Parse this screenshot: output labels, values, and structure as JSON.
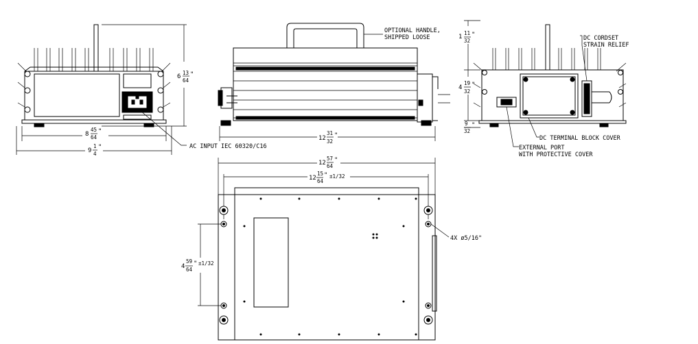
{
  "labels": {
    "handle_line1": "OPTIONAL HANDLE,",
    "handle_line2": "SHIPPED LOOSE",
    "cordset_line1": "DC CORDSET",
    "cordset_line2": "STRAIN RELIEF",
    "ac_input": "AC INPUT IEC 60320/C16",
    "dc_terminal": "DC TERMINAL BLOCK COVER",
    "ext_port_line1": "EXTERNAL PORT",
    "ext_port_line2": "WITH PROTECTIVE COVER",
    "holes": "4X ø5/16\""
  },
  "dimensions": {
    "front_height": {
      "whole": "6",
      "num": "13",
      "den": "64"
    },
    "front_inner_width": {
      "whole": "8",
      "num": "45",
      "den": "64"
    },
    "front_outer_width": {
      "whole": "9",
      "num": "1",
      "den": "4"
    },
    "side_length": {
      "whole": "12",
      "num": "31",
      "den": "32"
    },
    "right_top": {
      "whole": "1",
      "num": "11",
      "den": "32"
    },
    "right_body": {
      "whole": "4",
      "num": "19",
      "den": "32"
    },
    "right_foot": {
      "whole": "",
      "num": "9",
      "den": "32"
    },
    "bottom_outer": {
      "whole": "12",
      "num": "57",
      "den": "64"
    },
    "bottom_holes": {
      "whole": "12",
      "num": "15",
      "den": "64",
      "tol": "±1/32"
    },
    "bottom_vertical": {
      "whole": "4",
      "num": "59",
      "den": "64",
      "tol": "±1/32"
    }
  }
}
